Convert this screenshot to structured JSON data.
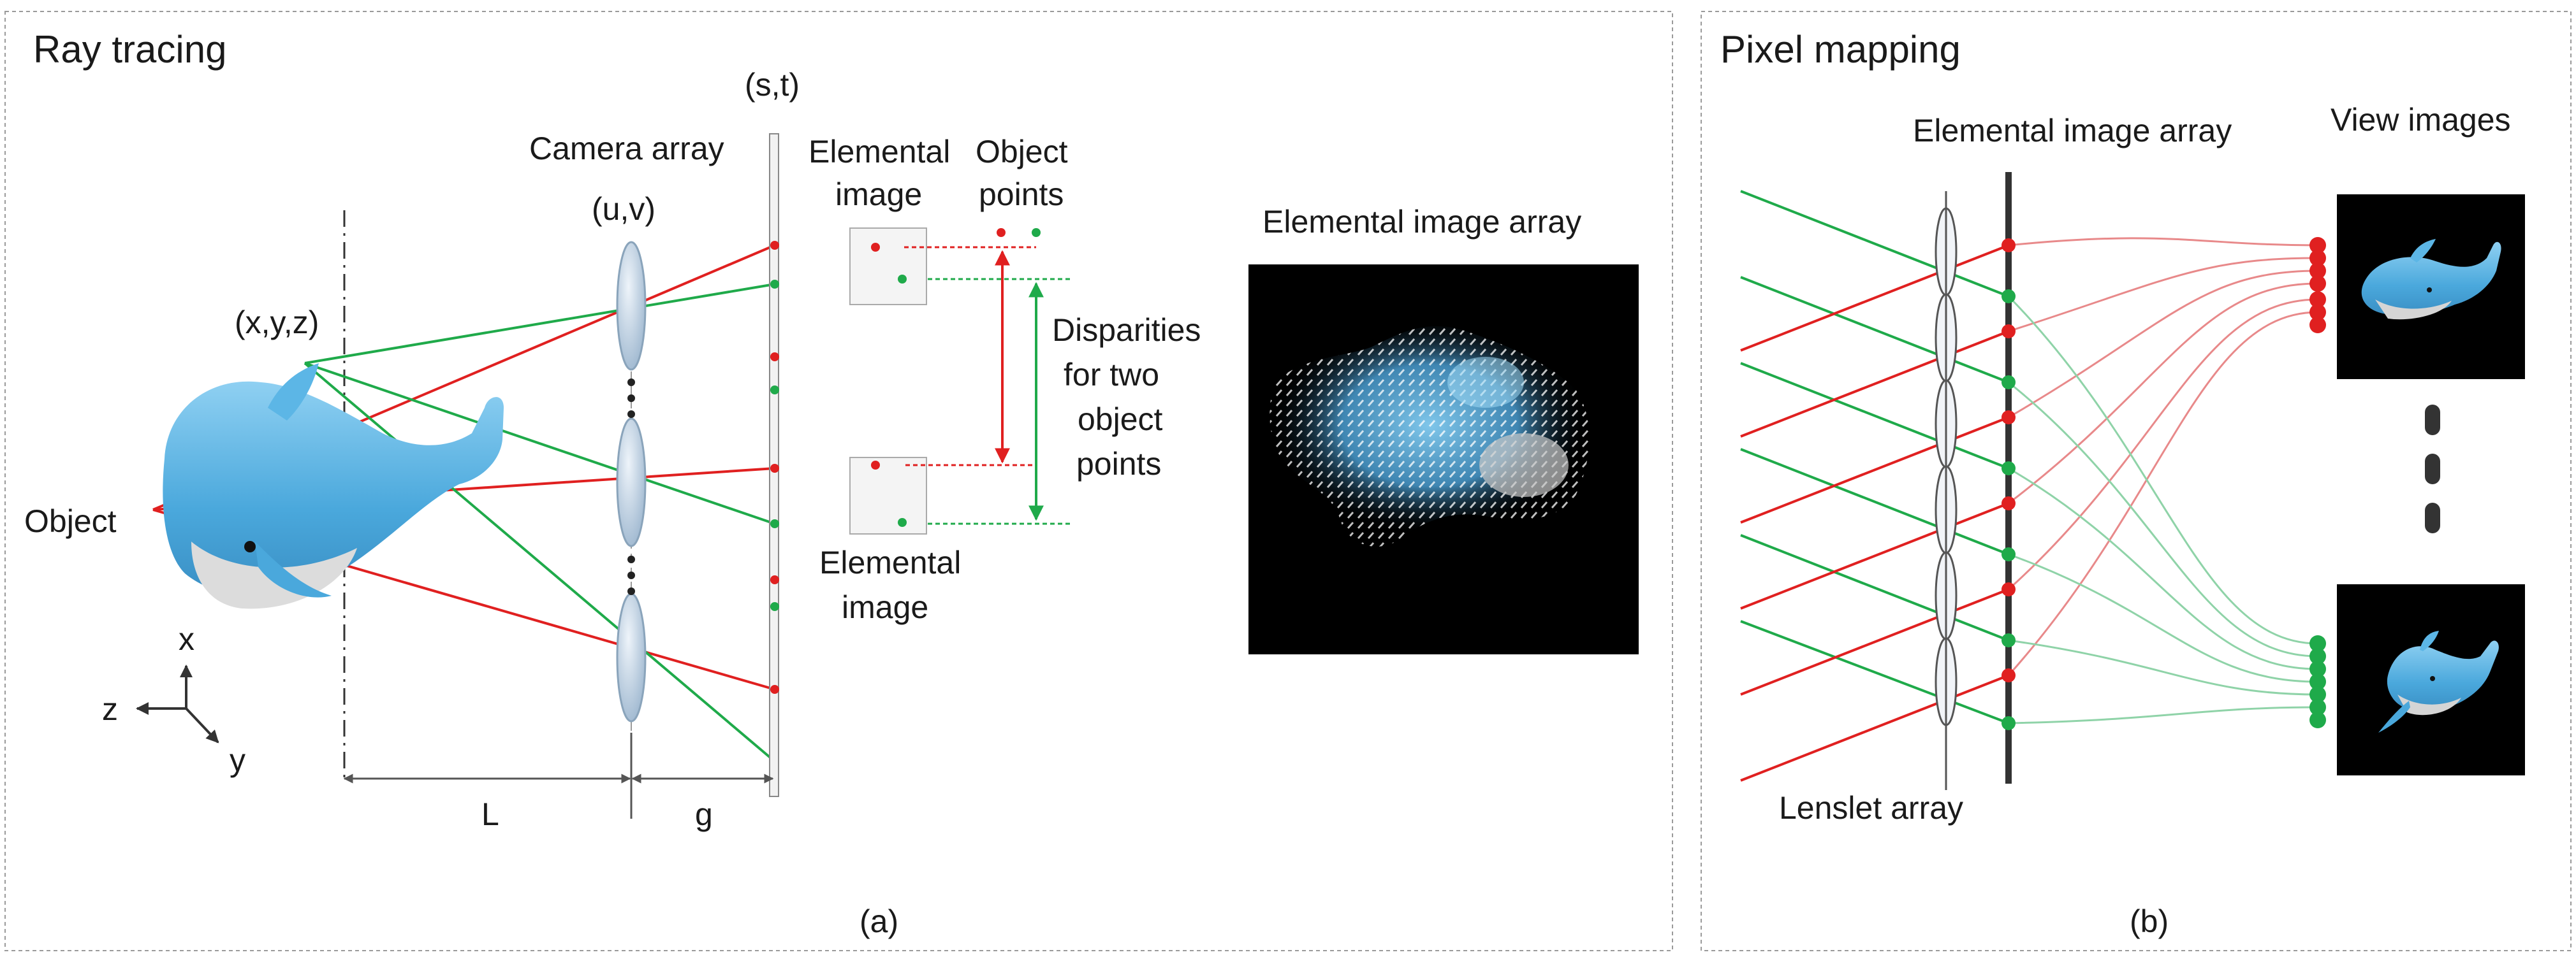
{
  "panel_a": {
    "title": "Ray tracing",
    "caption": "(a)",
    "labels": {
      "object": "Object",
      "point_coord": "(x,y,z)",
      "camera_array": "Camera array",
      "lens_coord": "(u,v)",
      "sensor_coord": "(s,t)",
      "elemental_image_top_1": "Elemental",
      "elemental_image_top_2": "image",
      "object_points_1": "Object",
      "object_points_2": "points",
      "disparities_1": "Disparities",
      "disparities_2": "for two",
      "disparities_3": "object",
      "disparities_4": "points",
      "elemental_image_bottom_1": "Elemental",
      "elemental_image_bottom_2": "image",
      "eia_title": "Elemental image array",
      "distance_l": "L",
      "distance_g": "g",
      "axis_x": "x",
      "axis_y": "y",
      "axis_z": "z"
    }
  },
  "panel_b": {
    "title": "Pixel mapping",
    "caption": "(b)",
    "labels": {
      "eia": "Elemental image array",
      "view_images": "View images",
      "lenslet_array": "Lenslet array"
    }
  },
  "colors": {
    "red": "#e02020",
    "green": "#1faa4a",
    "lens_fill": "#c5d6e6",
    "whale_body": "#5bb5e6",
    "whale_belly": "#d9d9d9",
    "frame": "#9a9a9a"
  }
}
